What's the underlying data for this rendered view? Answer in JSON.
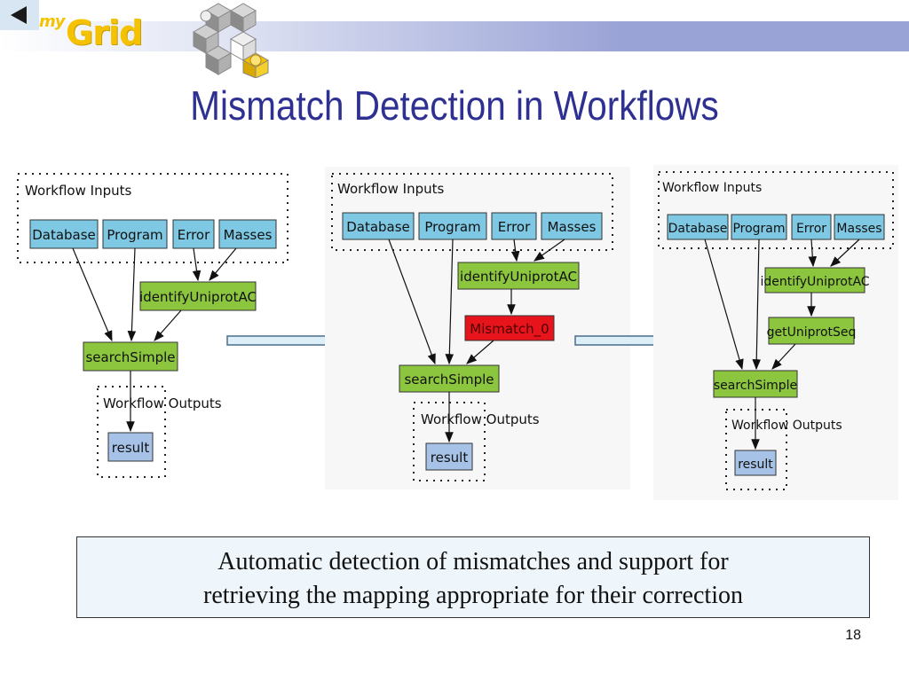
{
  "header": {
    "logo_my": "my",
    "logo_grid": "Grid",
    "title": "Mismatch Detection in Workflows"
  },
  "diagrams": [
    {
      "inputs_label": "Workflow Inputs",
      "outputs_label": "Workflow Outputs",
      "inputs": [
        "Database",
        "Program",
        "Error",
        "Masses"
      ],
      "processors": [
        "identifyUniprotAC",
        "searchSimple"
      ],
      "output": "result"
    },
    {
      "inputs_label": "Workflow Inputs",
      "outputs_label": "Workflow Outputs",
      "inputs": [
        "Database",
        "Program",
        "Error",
        "Masses"
      ],
      "processors": [
        "identifyUniprotAC",
        "Mismatch_0",
        "searchSimple"
      ],
      "output": "result"
    },
    {
      "inputs_label": "Workflow Inputs",
      "outputs_label": "Workflow Outputs",
      "inputs": [
        "Database",
        "Program",
        "Error",
        "Masses"
      ],
      "processors": [
        "identifyUniprotAC",
        "getUniprotSeq",
        "searchSimple"
      ],
      "output": "result"
    }
  ],
  "colors": {
    "input_fill": "#7ec8e3",
    "processor_fill": "#8cc63f",
    "mismatch_fill": "#e8141b",
    "output_fill": "#a6c2e6",
    "title_color": "#2e3192",
    "logo_color": "#f4c200"
  },
  "caption": {
    "line1": "Automatic detection of mismatches and support for",
    "line2": "retrieving the mapping appropriate for their correction"
  },
  "slide_number": "18"
}
